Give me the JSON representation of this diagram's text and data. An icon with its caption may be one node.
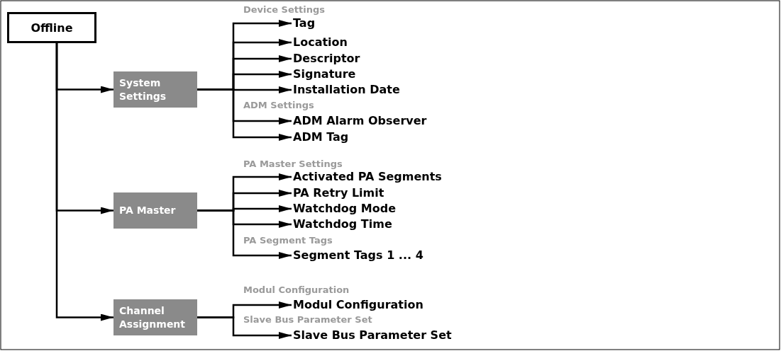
{
  "diagram": {
    "nodes": [
      {
        "text": [
          "Offline"
        ]
      },
      {
        "text": [
          "System Settings"
        ]
      },
      {
        "text": [
          "PA Master"
        ]
      },
      {
        "text": [
          "Channel Assignment"
        ]
      },
      {
        "text": [
          "Tag"
        ]
      },
      {
        "text": [
          "Location"
        ]
      },
      {
        "text": [
          "Descriptor"
        ]
      },
      {
        "text": [
          "Signature"
        ]
      },
      {
        "text": [
          "Installation Date"
        ]
      },
      {
        "text": [
          "ADM Alarm Observer"
        ]
      },
      {
        "text": [
          "ADM Tag"
        ]
      },
      {
        "text": [
          "Activated PA Segments"
        ]
      },
      {
        "text": [
          "PA Retry Limit"
        ]
      },
      {
        "text": [
          "Watchdog Mode"
        ]
      },
      {
        "text": [
          "Watchdog Time"
        ]
      },
      {
        "text": [
          "Segment Tags 1 ... 4"
        ]
      },
      {
        "text": [
          "Modul Configuration"
        ]
      },
      {
        "text": [
          "Slave Bus Parameter Set"
        ]
      }
    ],
    "edges": [
      {
        "from": 0,
        "to": 1,
        "arrow": "to"
      },
      {
        "from": 0,
        "to": 2,
        "arrow": "to"
      },
      {
        "from": 0,
        "to": 3,
        "arrow": "to"
      },
      {
        "from": 1,
        "to": 4,
        "arrow": "to"
      },
      {
        "from": 1,
        "to": 5,
        "arrow": "to"
      },
      {
        "from": 1,
        "to": 6,
        "arrow": "to"
      },
      {
        "from": 1,
        "to": 7,
        "arrow": "to"
      },
      {
        "from": 1,
        "to": 8,
        "arrow": "to"
      },
      {
        "from": 1,
        "to": 9,
        "arrow": "to"
      },
      {
        "from": 1,
        "to": 10,
        "arrow": "to"
      },
      {
        "from": 2,
        "to": 11,
        "arrow": "to"
      },
      {
        "from": 2,
        "to": 12,
        "arrow": "to"
      },
      {
        "from": 2,
        "to": 13,
        "arrow": "to"
      },
      {
        "from": 2,
        "to": 14,
        "arrow": "to"
      },
      {
        "from": 2,
        "to": 15,
        "arrow": "to"
      },
      {
        "from": 3,
        "to": 16,
        "arrow": "to"
      },
      {
        "from": 3,
        "to": 17,
        "arrow": "to"
      }
    ],
    "labels": [
      "Device Settings",
      "ADM Settings",
      "PA Master Settings",
      "PA Segment Tags",
      "Modul Configuration",
      "Slave Bus Parameter Set"
    ]
  }
}
